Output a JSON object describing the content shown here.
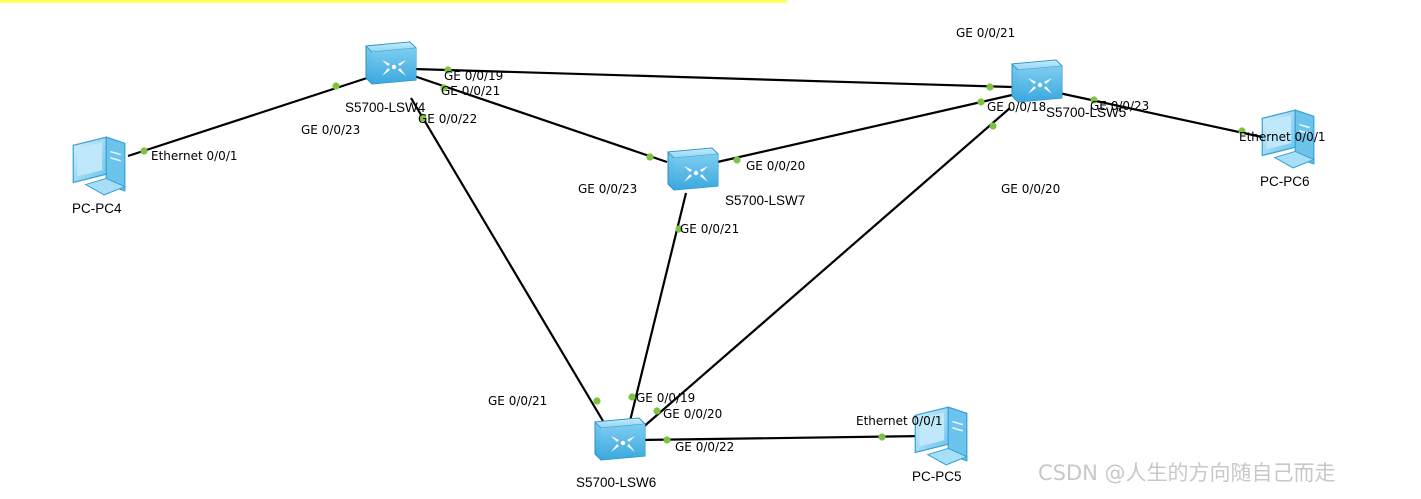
{
  "devices": {
    "lsw4": {
      "name": "S5700-LSW4",
      "type": "switch"
    },
    "lsw5": {
      "name": "S5700-LSW5",
      "type": "switch"
    },
    "lsw6": {
      "name": "S5700-LSW6",
      "type": "switch"
    },
    "lsw7": {
      "name": "S5700-LSW7",
      "type": "switch"
    },
    "pc4": {
      "name": "PC-PC4",
      "type": "pc"
    },
    "pc5": {
      "name": "PC-PC5",
      "type": "pc"
    },
    "pc6": {
      "name": "PC-PC6",
      "type": "pc"
    }
  },
  "ports": {
    "lsw4_g19": "GE 0/0/19",
    "lsw4_g21": "GE 0/0/21",
    "lsw4_g22": "GE 0/0/22",
    "lsw4_g23": "GE 0/0/23",
    "lsw5_g21": "GE 0/0/21",
    "lsw5_g18": "GE 0/0/18",
    "lsw5_g23": "GE 0/0/23",
    "lsw5_g20": "GE 0/0/20",
    "lsw7_g20": "GE 0/0/20",
    "lsw7_g23": "GE 0/0/23",
    "lsw7_g21": "GE 0/0/21",
    "lsw6_g21": "GE 0/0/21",
    "lsw6_g19": "GE 0/0/19",
    "lsw6_g20": "GE 0/0/20",
    "lsw6_g22": "GE 0/0/22",
    "pc4_eth": "Ethernet 0/0/1",
    "pc5_eth": "Ethernet 0/0/1",
    "pc6_eth": "Ethernet 0/0/1"
  },
  "watermark": "CSDN @人生的方向随自己而走",
  "colors": {
    "link": "#000000",
    "port_dot": "#7dc242",
    "highlight": "#ffff66",
    "switch_body": "#6fc6ee",
    "pc_body": "#9fdcf7"
  }
}
